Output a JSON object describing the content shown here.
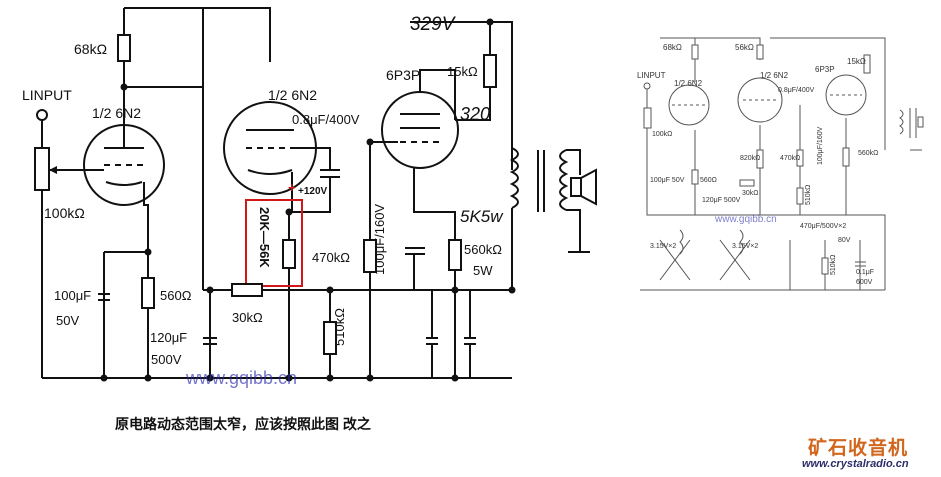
{
  "main": {
    "labels": {
      "r68k": "68kΩ",
      "linput": "LINPUT",
      "tube1": "1/2 6N2",
      "tube2": "1/2 6N2",
      "tube3": "6P3P",
      "cap08": "0.8μF/400V",
      "r15k": "15kΩ",
      "plus120": "+120V",
      "r100k": "100kΩ",
      "range": "20K—56K",
      "r470k": "470kΩ",
      "c100_160": "100μF/160V",
      "hw_5k": "5K5w",
      "r560k": "560kΩ",
      "w5": "5W",
      "c100_50": "100μF",
      "v50": "50V",
      "r560": "560Ω",
      "r30k": "30kΩ",
      "c120": "120μF",
      "v500": "500V",
      "r510k": "510kΩ",
      "watermark": "www.gqibb.cn",
      "hw_329": "329V",
      "hw_320": "320"
    }
  },
  "thumb": {
    "labels": {
      "r68k": "68kΩ",
      "r56k": "56kΩ",
      "r15k": "15kΩ",
      "linput": "LINPUT",
      "tube1": "1/2 6N2",
      "tube2": "1/2 6N2",
      "tube3": "6P3P",
      "cap08": "0.8μF/400V",
      "r100k": "100kΩ",
      "r820k": "820kΩ",
      "r470k": "470kΩ",
      "c100_160": "100μF/160V",
      "r560k": "560kΩ",
      "c100_50": "100μF 50V",
      "r560": "560Ω",
      "r30k": "30kΩ",
      "c120": "120μF 500V",
      "r510": "510kΩ",
      "c470": "470μF/500V×2",
      "v315a": "3.15V×2",
      "v315b": "3.15V×2",
      "v80": "80V",
      "r510b": "510kΩ",
      "c01": "0.1μF",
      "v600": "600V",
      "watermark": "www.gqibb.cn"
    }
  },
  "caption": "原电路动态范围太窄，应该按照此图 改之",
  "logo": {
    "text": "矿石收音机",
    "url": "www.crystalradio.cn"
  },
  "colors": {
    "ink": "#111111",
    "highlight": "#d01818",
    "logo": "#d2661c",
    "watermark": "#2a2ab0"
  }
}
